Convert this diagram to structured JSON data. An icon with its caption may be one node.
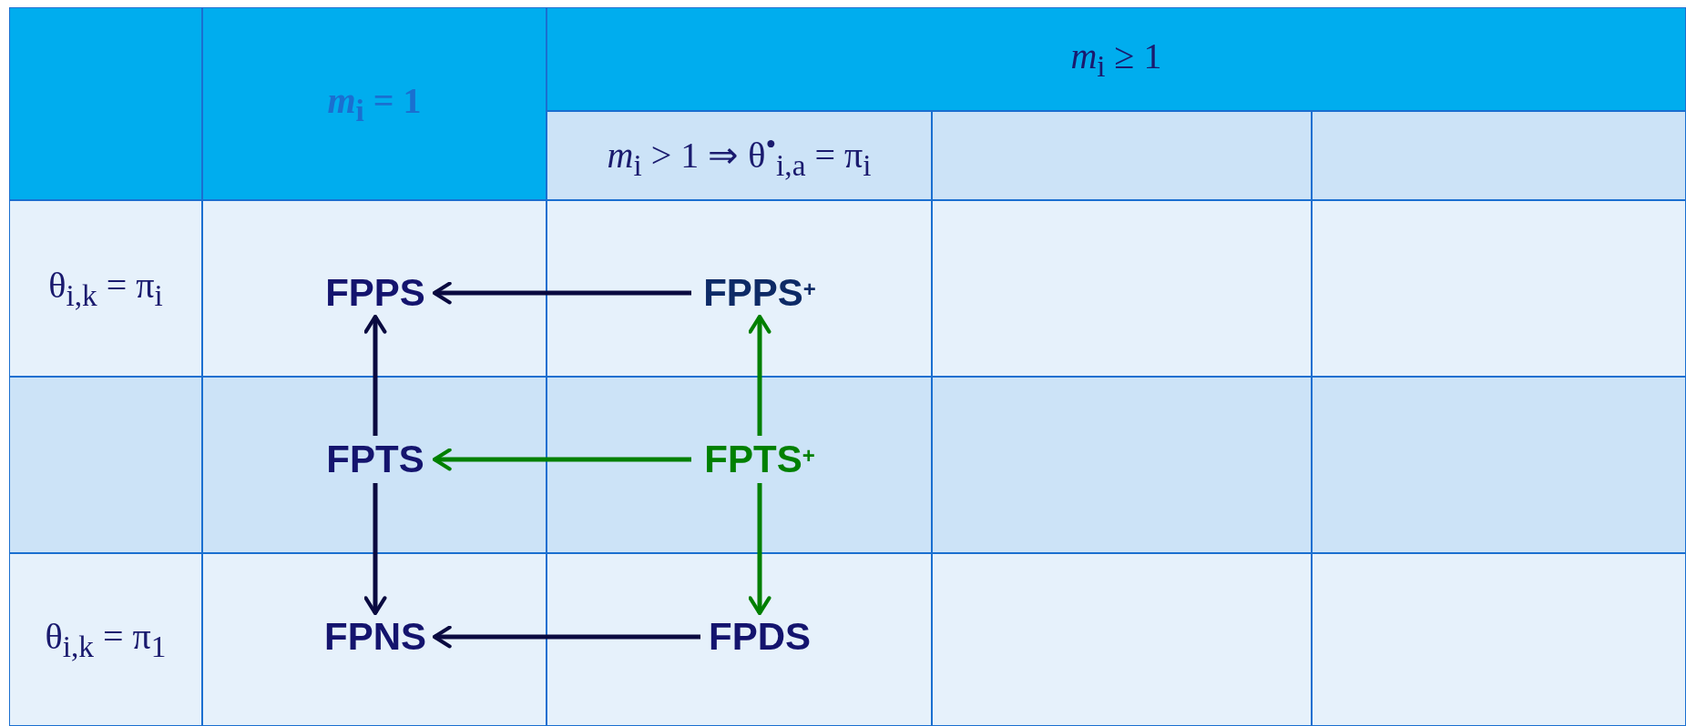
{
  "diagram": {
    "nodes": [
      {
        "text": [
          "FPPS"
        ]
      },
      {
        "text": [
          "FPPS$^{+}$"
        ]
      },
      {
        "text": [
          "FPTS"
        ]
      },
      {
        "text": [
          "FPTS$^{+}$"
        ]
      },
      {
        "text": [
          "FPNS"
        ]
      },
      {
        "text": [
          "FPDS"
        ]
      }
    ],
    "edges": [
      {
        "from": 1,
        "to": 0,
        "arrow": "to"
      },
      {
        "from": 2,
        "to": 0,
        "arrow": "to"
      },
      {
        "from": 3,
        "to": 1,
        "arrow": "to",
        "color": "#008000"
      },
      {
        "from": 3,
        "to": 2,
        "arrow": "to",
        "color": "#008000"
      },
      {
        "from": 2,
        "to": 4,
        "arrow": "to"
      },
      {
        "from": 3,
        "to": 5,
        "arrow": "to",
        "color": "#008000"
      },
      {
        "from": 5,
        "to": 4,
        "arrow": "to"
      }
    ],
    "labels": [
      "*m*$_{i}$ = 1",
      "*m*$_{i}$ ≥ 1",
      "*m*$_{i}$ > 1 ⇒ θ$^{•}$$_{i,a}$ = π$_{i}$",
      "θ$_{i,k}$ = π$_{i}$",
      "θ$_{i,k}$ = π$_{1}$"
    ]
  }
}
